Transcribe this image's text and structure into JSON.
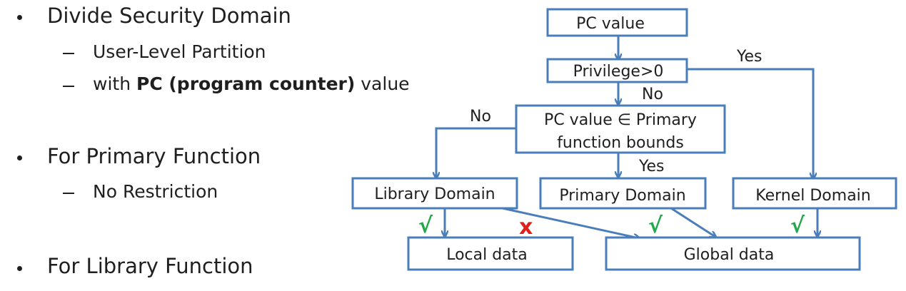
{
  "bullets": {
    "item1": {
      "text": "Divide Security Domain",
      "sub1": "User-Level Partition",
      "sub2_prefix": "with ",
      "sub2_bold": "PC (program counter)",
      "sub2_suffix": " value"
    },
    "item2": {
      "text": "For Primary Function",
      "sub1": "No Restriction"
    },
    "item3": {
      "text": "For Library Function"
    }
  },
  "flow": {
    "pc_value": "PC value",
    "privilege": "Privilege>0",
    "bounds_line1": "PC value ∈ Primary",
    "bounds_line2": "function bounds",
    "library_domain": "Library Domain",
    "primary_domain": "Primary Domain",
    "kernel_domain": "Kernel Domain",
    "local_data": "Local data",
    "global_data": "Global data",
    "label_yes_privilege": "Yes",
    "label_no_privilege": "No",
    "label_no_bounds": "No",
    "label_yes_bounds": "Yes",
    "mark_allowed": "√",
    "mark_denied": "x",
    "colors": {
      "box_stroke": "#4a7ebb",
      "check": "#22a84a",
      "cross": "#e0201b"
    }
  }
}
